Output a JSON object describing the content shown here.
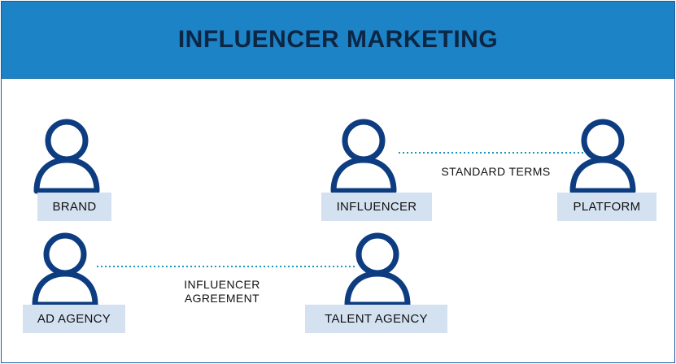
{
  "diagram": {
    "title": "INFLUENCER MARKETING",
    "nodes": [
      {
        "id": "brand",
        "label": "BRAND"
      },
      {
        "id": "influencer",
        "label": "INFLUENCER"
      },
      {
        "id": "platform",
        "label": "PLATFORM"
      },
      {
        "id": "ad_agency",
        "label": "AD AGENCY"
      },
      {
        "id": "talent_agency",
        "label": "TALENT AGENCY"
      }
    ],
    "links": [
      {
        "from": "influencer",
        "to": "platform",
        "label": "STANDARD TERMS",
        "style": "dotted"
      },
      {
        "from": "ad_agency",
        "to": "talent_agency",
        "label_line1": "INFLUENCER",
        "label_line2": "AGREEMENT",
        "style": "dotted"
      }
    ],
    "colors": {
      "header": "#1b83c6",
      "title": "#0d2644",
      "icon": "#0d3d80",
      "label_bg": "#d3e1f1",
      "connector": "#1a96b8"
    }
  }
}
